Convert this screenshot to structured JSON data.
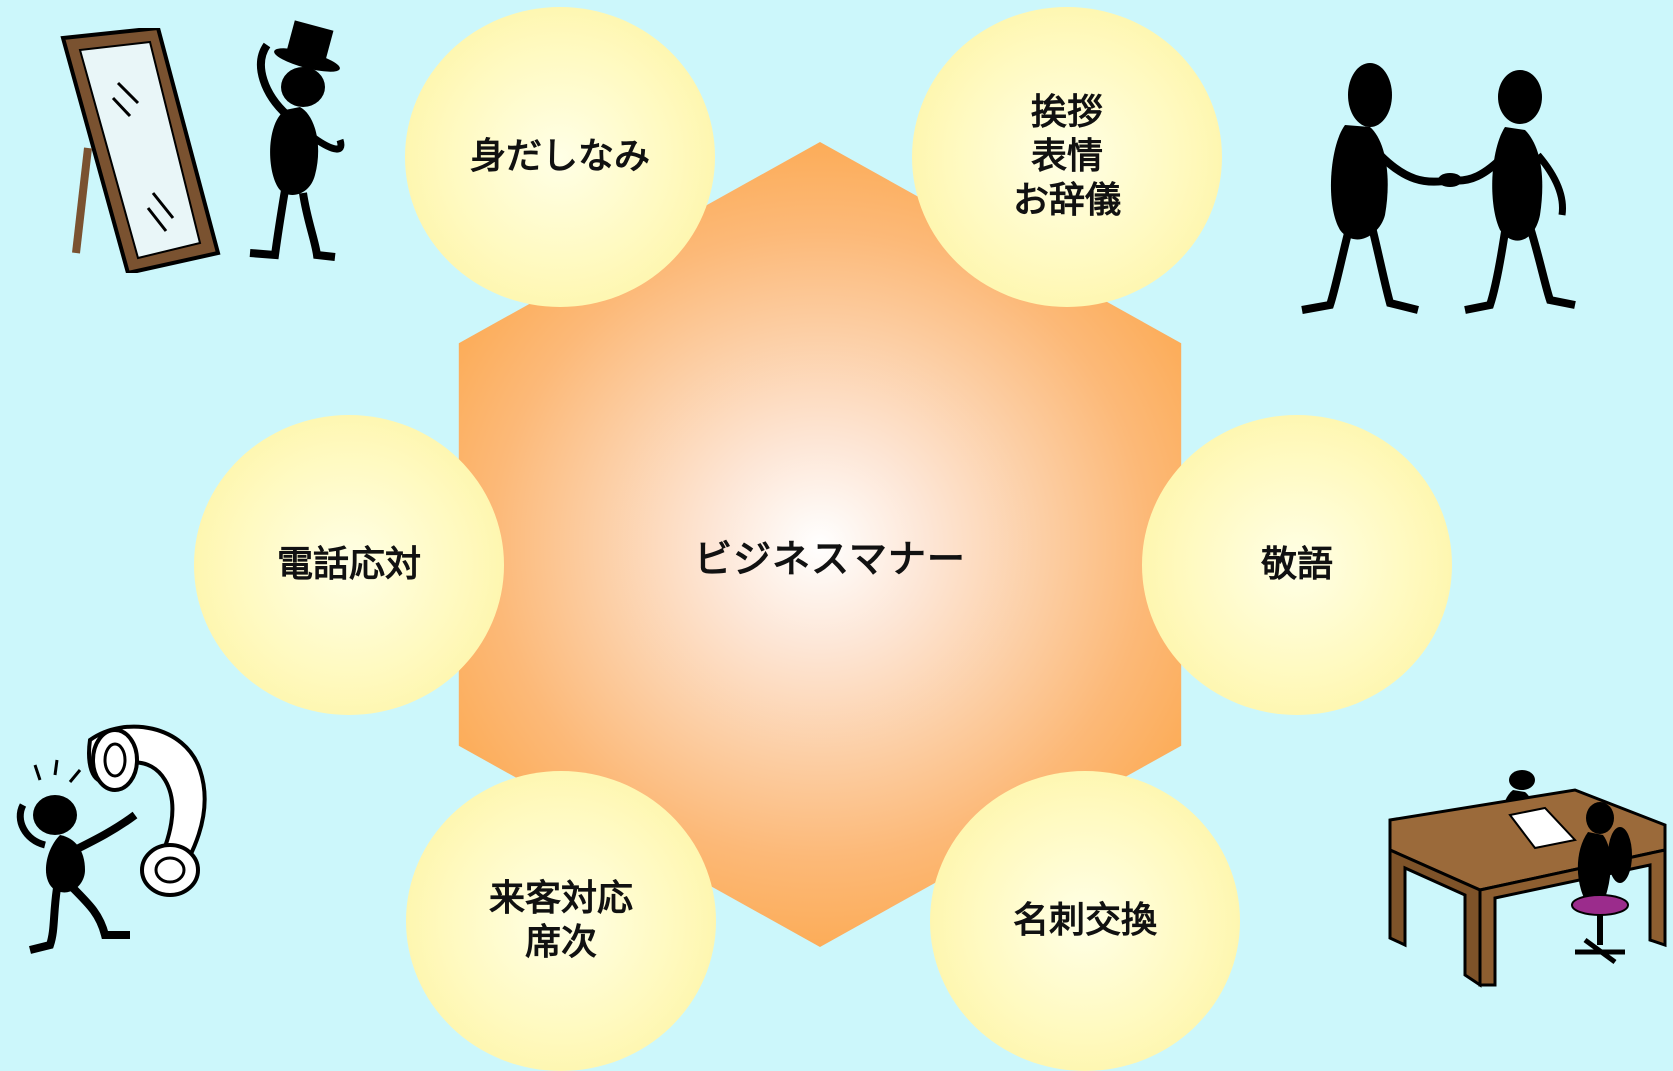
{
  "center": {
    "label": "ビジネスマナー"
  },
  "nodes": {
    "appearance": {
      "lines": [
        "身だしなみ"
      ]
    },
    "greeting": {
      "lines": [
        "挨拶",
        "表情",
        "お辞儀"
      ]
    },
    "honorifics": {
      "lines": [
        "敬語"
      ]
    },
    "business_card": {
      "lines": [
        "名刺交換"
      ]
    },
    "visitor": {
      "lines": [
        "来客対応",
        "席次"
      ]
    },
    "phone": {
      "lines": [
        "電話応対"
      ]
    }
  },
  "colors": {
    "background": "#ccf7fb",
    "hub_edge": "#fb951e",
    "hub_center": "#ffffff",
    "node_fill": "#fff9bd",
    "silhouette": "#000000",
    "desk": "#9b6a3a",
    "chair_seat": "#9b2c8c"
  },
  "icons": [
    "mirror-icon",
    "man-with-hat-icon",
    "handshake-icon",
    "phone-shouting-icon",
    "desk-meeting-icon"
  ]
}
